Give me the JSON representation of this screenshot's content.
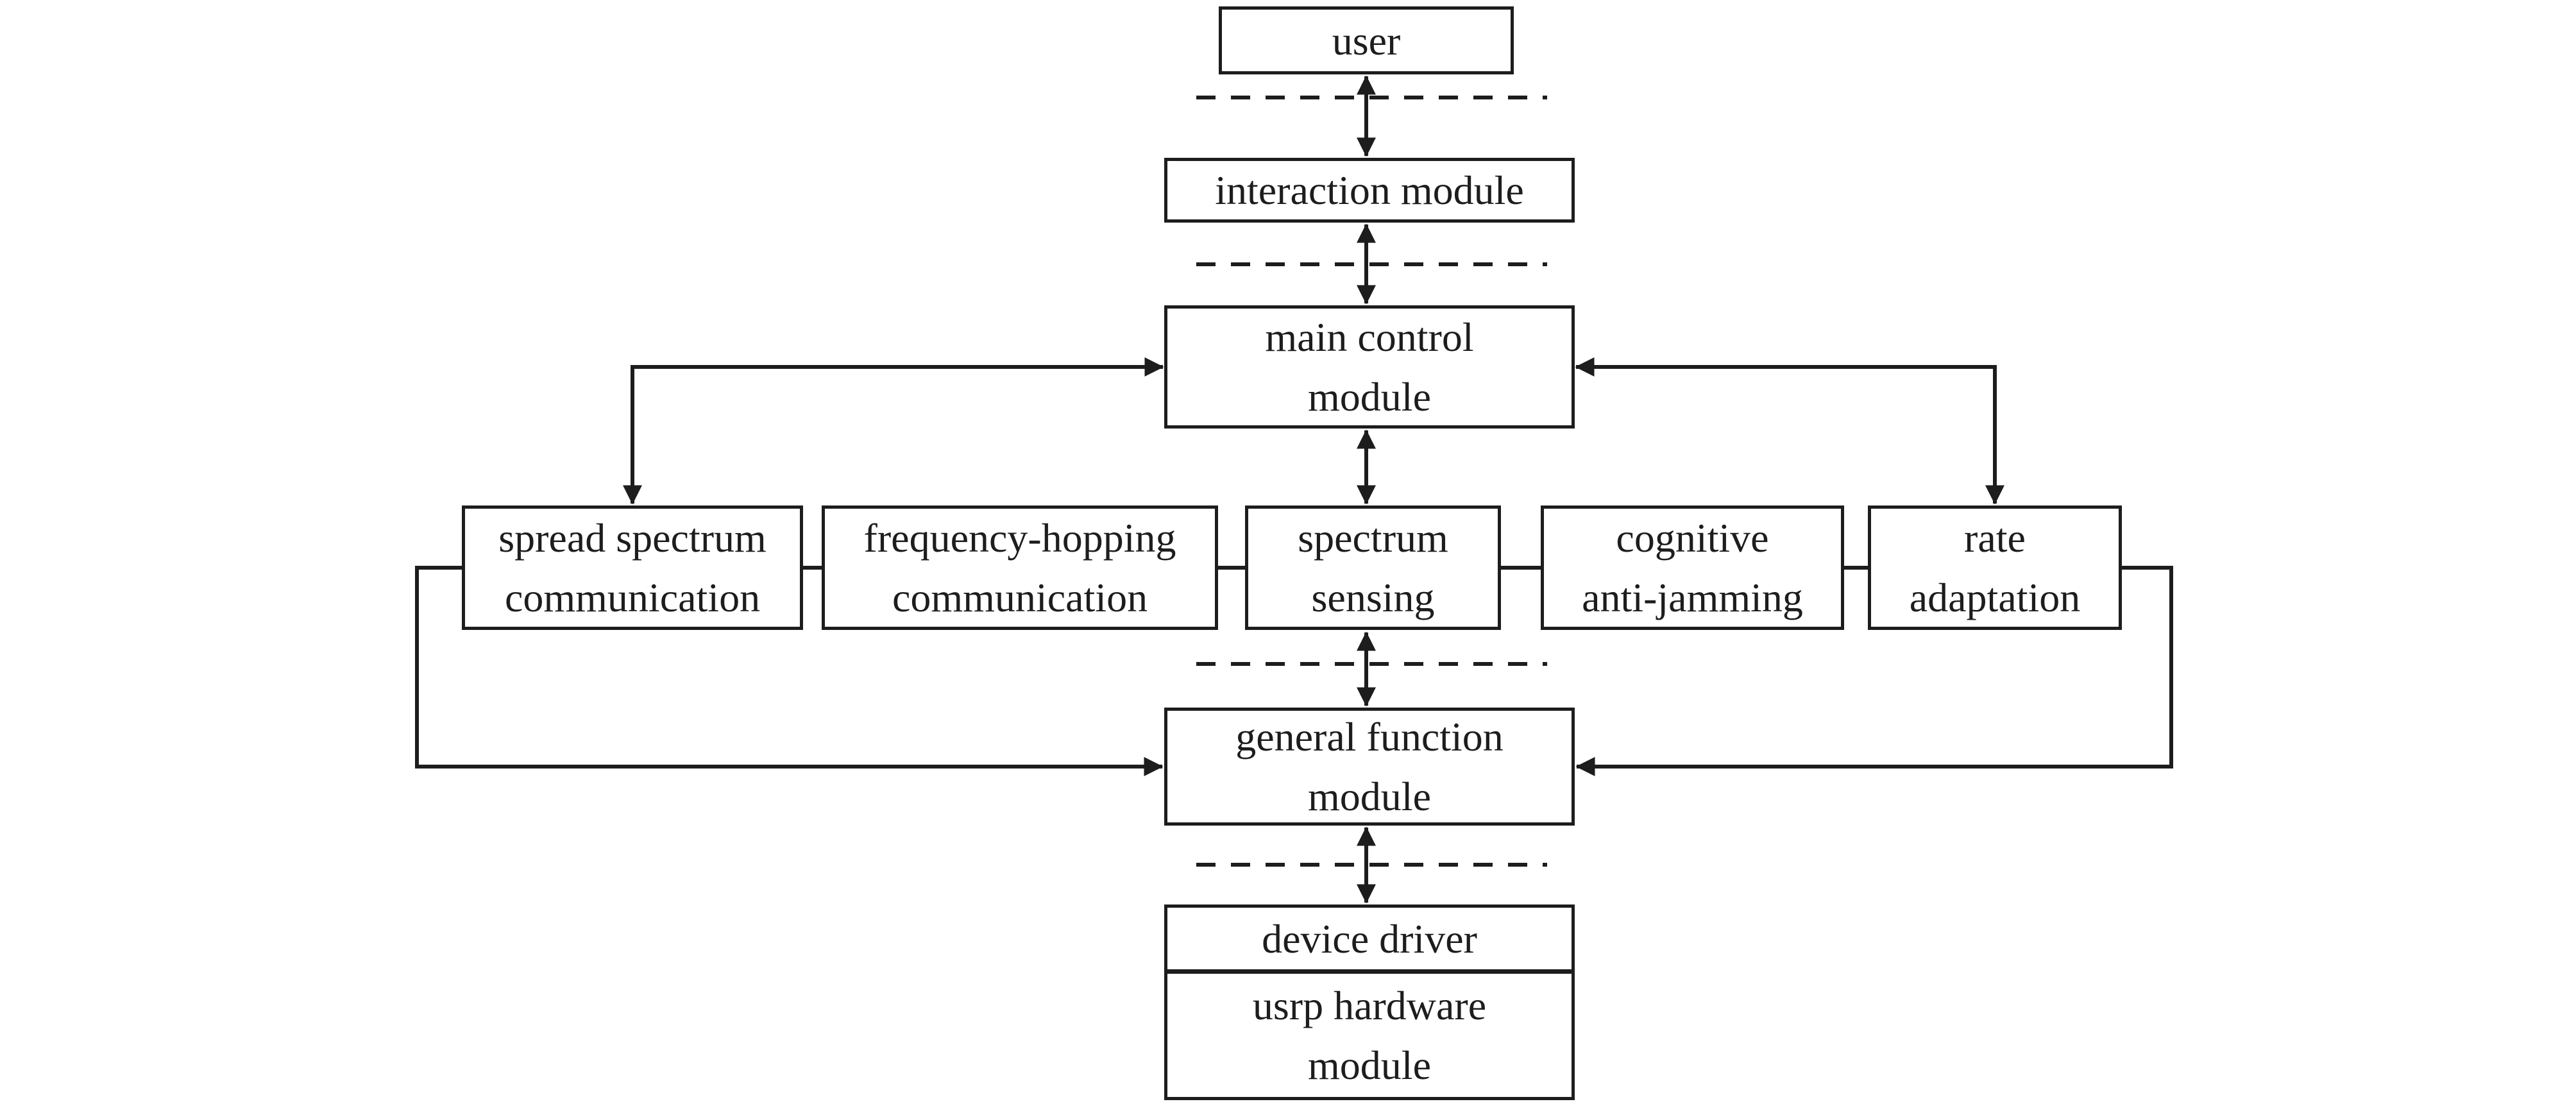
{
  "figure": {
    "type": "block-diagram",
    "background_color": "#ffffff",
    "line_color": "#1d1d1d",
    "text_color": "#1d1d1d",
    "nodes": {
      "user": {
        "line1": "user"
      },
      "interaction_module": {
        "line1": "interaction module"
      },
      "main_control_module": {
        "line1": "main control",
        "line2": "module"
      },
      "spread_spectrum": {
        "line1": "spread spectrum",
        "line2": "communication"
      },
      "frequency_hopping": {
        "line1": "frequency-hopping",
        "line2": "communication"
      },
      "spectrum_sensing": {
        "line1": "spectrum",
        "line2": "sensing"
      },
      "cognitive_anti_jamming": {
        "line1": "cognitive",
        "line2": "anti-jamming"
      },
      "rate_adaptation": {
        "line1": "rate",
        "line2": "adaptation"
      },
      "general_function_module": {
        "line1": "general function",
        "line2": "module"
      },
      "device_driver": {
        "line1": "device driver"
      },
      "usrp_hardware_module": {
        "line1": "usrp hardware",
        "line2": "module"
      }
    },
    "edges": [
      {
        "from": "user",
        "to": "interaction_module",
        "type": "bidirectional",
        "crosses_dashed_separator": true
      },
      {
        "from": "interaction_module",
        "to": "main_control_module",
        "type": "bidirectional",
        "crosses_dashed_separator": true
      },
      {
        "from": "main_control_module",
        "to": "spread_spectrum",
        "type": "bidirectional"
      },
      {
        "from": "main_control_module",
        "to": "spectrum_sensing",
        "type": "bidirectional"
      },
      {
        "from": "main_control_module",
        "to": "rate_adaptation",
        "type": "bidirectional"
      },
      {
        "from": "spread_spectrum",
        "to": "frequency_hopping",
        "type": "plain"
      },
      {
        "from": "frequency_hopping",
        "to": "spectrum_sensing",
        "type": "plain"
      },
      {
        "from": "spectrum_sensing",
        "to": "cognitive_anti_jamming",
        "type": "plain"
      },
      {
        "from": "cognitive_anti_jamming",
        "to": "rate_adaptation",
        "type": "plain"
      },
      {
        "from": "spectrum_sensing",
        "to": "general_function_module",
        "type": "bidirectional",
        "crosses_dashed_separator": true
      },
      {
        "from": "spread_spectrum",
        "to": "general_function_module",
        "type": "directed"
      },
      {
        "from": "rate_adaptation",
        "to": "general_function_module",
        "type": "directed"
      },
      {
        "from": "general_function_module",
        "to": "device_driver",
        "type": "bidirectional",
        "crosses_dashed_separator": true
      },
      {
        "from": "device_driver",
        "to": "usrp_hardware_module",
        "type": "stacked"
      }
    ],
    "separator_count": 4
  }
}
